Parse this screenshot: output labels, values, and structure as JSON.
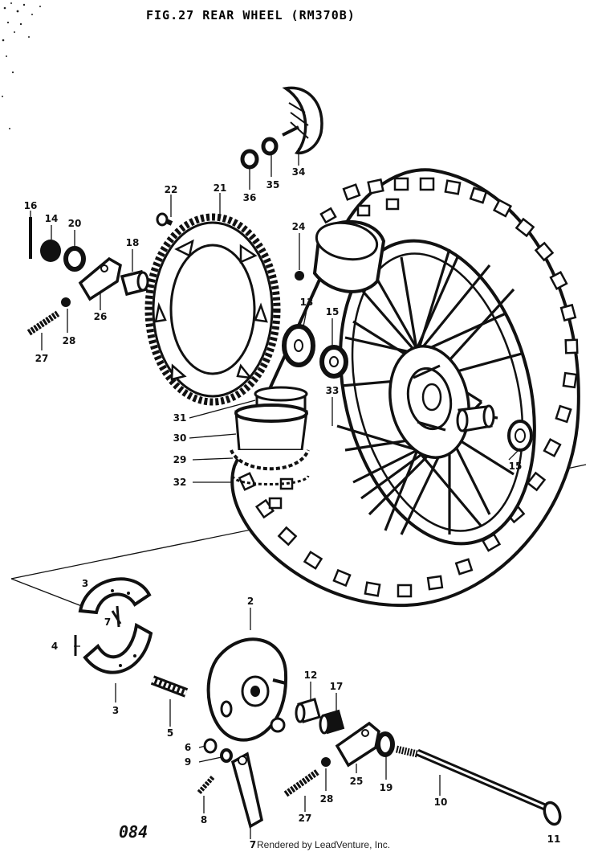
{
  "title": "FIG.27  REAR WHEEL (RM370B)",
  "page_number": "084",
  "footer": "Rendered by LeadVenture, Inc.",
  "callouts": [
    {
      "key": "c16",
      "text": "16"
    },
    {
      "key": "c14",
      "text": "14"
    },
    {
      "key": "c20",
      "text": "20"
    },
    {
      "key": "c22",
      "text": "22"
    },
    {
      "key": "c21",
      "text": "21"
    },
    {
      "key": "c36",
      "text": "36"
    },
    {
      "key": "c35",
      "text": "35"
    },
    {
      "key": "c34",
      "text": "34"
    },
    {
      "key": "c24",
      "text": "24"
    },
    {
      "key": "c18",
      "text": "18"
    },
    {
      "key": "c26",
      "text": "26"
    },
    {
      "key": "c27a",
      "text": "27"
    },
    {
      "key": "c28a",
      "text": "28"
    },
    {
      "key": "c13",
      "text": "13"
    },
    {
      "key": "c15a",
      "text": "15"
    },
    {
      "key": "c33",
      "text": "33"
    },
    {
      "key": "c31",
      "text": "31"
    },
    {
      "key": "c30",
      "text": "30"
    },
    {
      "key": "c29",
      "text": "29"
    },
    {
      "key": "c32",
      "text": "32"
    },
    {
      "key": "c15b",
      "text": "15"
    },
    {
      "key": "c3a",
      "text": "3"
    },
    {
      "key": "c7",
      "text": "7"
    },
    {
      "key": "c4",
      "text": "4"
    },
    {
      "key": "c3b",
      "text": "3"
    },
    {
      "key": "c2",
      "text": "2"
    },
    {
      "key": "c12",
      "text": "12"
    },
    {
      "key": "c17",
      "text": "17"
    },
    {
      "key": "c5",
      "text": "5"
    },
    {
      "key": "c6",
      "text": "6"
    },
    {
      "key": "c9",
      "text": "9"
    },
    {
      "key": "c8",
      "text": "8"
    },
    {
      "key": "c25",
      "text": "25"
    },
    {
      "key": "c19",
      "text": "19"
    },
    {
      "key": "c28b",
      "text": "28"
    },
    {
      "key": "c27b",
      "text": "27"
    },
    {
      "key": "c10",
      "text": "10"
    },
    {
      "key": "c7b",
      "text": "7"
    },
    {
      "key": "c11",
      "text": "11"
    }
  ]
}
